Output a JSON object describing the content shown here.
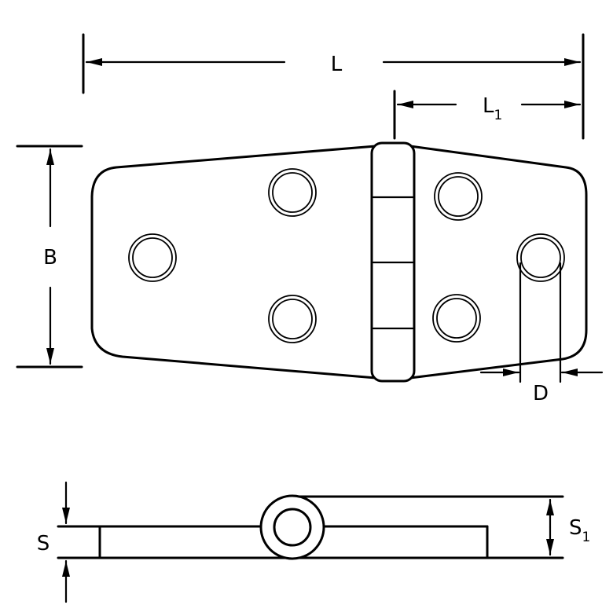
{
  "labels": {
    "L": "L",
    "L1_main": "L",
    "L1_sub": "1",
    "B": "B",
    "D": "D",
    "S": "S",
    "S1_main": "S",
    "S1_sub": "1"
  }
}
